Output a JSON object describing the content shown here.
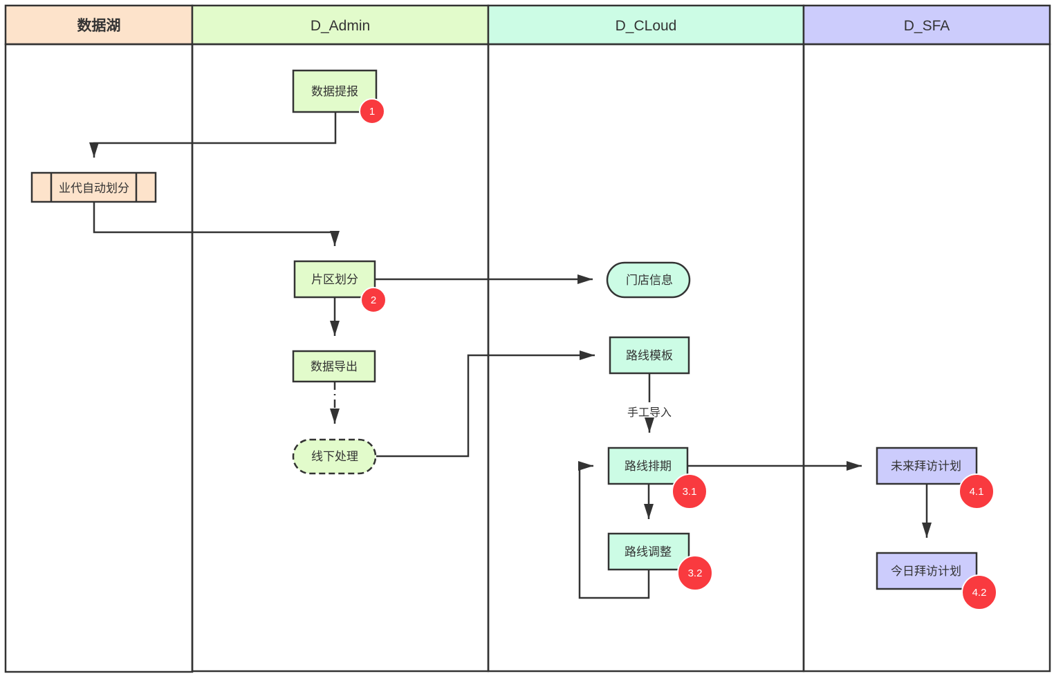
{
  "diagram": {
    "type": "swimlane-flowchart",
    "lanes": [
      {
        "id": "datalake",
        "title": "数据湖",
        "color": "#FDE3CB"
      },
      {
        "id": "admin",
        "title": "D_Admin",
        "color": "#E2FBCB"
      },
      {
        "id": "cloud",
        "title": "D_CLoud",
        "color": "#CCFCE5"
      },
      {
        "id": "sfa",
        "title": "D_SFA",
        "color": "#CCCCFC"
      }
    ],
    "nodes": [
      {
        "id": "n_report",
        "lane": "admin",
        "label": "数据提报",
        "shape": "process",
        "badge": "1"
      },
      {
        "id": "n_auto",
        "lane": "datalake",
        "label": "业代自动划分",
        "shape": "subprocess",
        "badge": null
      },
      {
        "id": "n_zone",
        "lane": "admin",
        "label": "片区划分",
        "shape": "process",
        "badge": "2"
      },
      {
        "id": "n_export",
        "lane": "admin",
        "label": "数据导出",
        "shape": "process",
        "badge": null
      },
      {
        "id": "n_offline",
        "lane": "admin",
        "label": "线下处理",
        "shape": "terminator-dashed",
        "badge": null
      },
      {
        "id": "n_store",
        "lane": "cloud",
        "label": "门店信息",
        "shape": "terminator",
        "badge": null
      },
      {
        "id": "n_template",
        "lane": "cloud",
        "label": "路线模板",
        "shape": "process",
        "badge": null
      },
      {
        "id": "n_schedule",
        "lane": "cloud",
        "label": "路线排期",
        "shape": "process",
        "badge": "3.1"
      },
      {
        "id": "n_adjust",
        "lane": "cloud",
        "label": "路线调整",
        "shape": "process",
        "badge": "3.2"
      },
      {
        "id": "n_future",
        "lane": "sfa",
        "label": "未来拜访计划",
        "shape": "process",
        "badge": "4.1"
      },
      {
        "id": "n_today",
        "lane": "sfa",
        "label": "今日拜访计划",
        "shape": "process",
        "badge": "4.2"
      }
    ],
    "edges": [
      {
        "from": "n_report",
        "to": "n_auto",
        "style": "solid",
        "label": ""
      },
      {
        "from": "n_auto",
        "to": "n_zone",
        "style": "solid",
        "label": ""
      },
      {
        "from": "n_zone",
        "to": "n_store",
        "style": "solid",
        "label": ""
      },
      {
        "from": "n_zone",
        "to": "n_export",
        "style": "solid",
        "label": ""
      },
      {
        "from": "n_export",
        "to": "n_offline",
        "style": "dash-dot",
        "label": ""
      },
      {
        "from": "n_offline",
        "to": "n_template",
        "style": "solid",
        "label": ""
      },
      {
        "from": "n_template",
        "to": "n_schedule",
        "style": "solid",
        "label": "手工导入"
      },
      {
        "from": "n_schedule",
        "to": "n_adjust",
        "style": "solid",
        "label": ""
      },
      {
        "from": "n_adjust",
        "to": "n_schedule",
        "style": "solid",
        "label": ""
      },
      {
        "from": "n_schedule",
        "to": "n_future",
        "style": "solid",
        "label": ""
      },
      {
        "from": "n_future",
        "to": "n_today",
        "style": "solid",
        "label": ""
      }
    ],
    "colors": {
      "stroke": "#333333",
      "badge": "#F93A3F",
      "badge_text": "#FFFFFF",
      "background": "#FFFFFF"
    }
  }
}
